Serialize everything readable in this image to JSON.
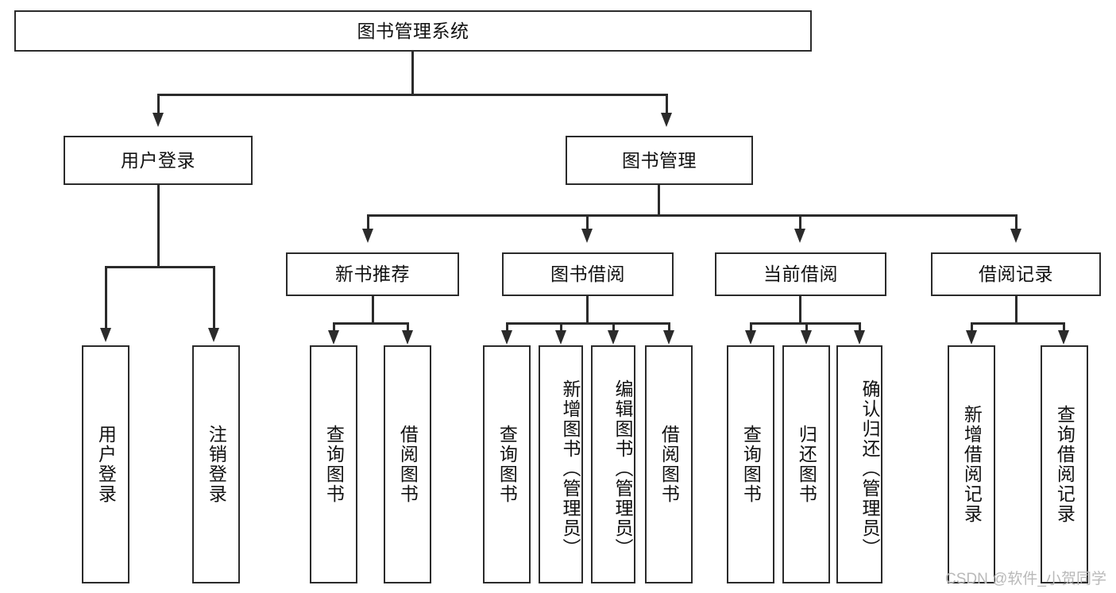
{
  "diagram": {
    "title": "图书管理系统",
    "watermark": "CSDN @软件_小贺同学",
    "colors": {
      "stroke": "#2b2b2b",
      "fill": "#ffffff",
      "text": "#111111",
      "watermark": "#b9b9b9"
    },
    "root": {
      "label": "图书管理系统"
    },
    "level2": [
      {
        "label": "用户登录"
      },
      {
        "label": "图书管理"
      }
    ],
    "level3": [
      {
        "label": "新书推荐"
      },
      {
        "label": "图书借阅"
      },
      {
        "label": "当前借阅"
      },
      {
        "label": "借阅记录"
      }
    ],
    "leaves": {
      "user_login": [
        {
          "label": "用户登录"
        },
        {
          "label": "注销登录"
        }
      ],
      "new_book_recommend": [
        {
          "label": "查询图书"
        },
        {
          "label": "借阅图书"
        }
      ],
      "book_borrow": [
        {
          "label": "查询图书"
        },
        {
          "label": "新增图书（管理员）"
        },
        {
          "label": "编辑图书（管理员）"
        },
        {
          "label": "借阅图书"
        }
      ],
      "current_borrow": [
        {
          "label": "查询图书"
        },
        {
          "label": "归还图书"
        },
        {
          "label": "确认归还（管理员）"
        }
      ],
      "borrow_records": [
        {
          "label": "新增借阅记录"
        },
        {
          "label": "查询借阅记录"
        }
      ]
    }
  }
}
